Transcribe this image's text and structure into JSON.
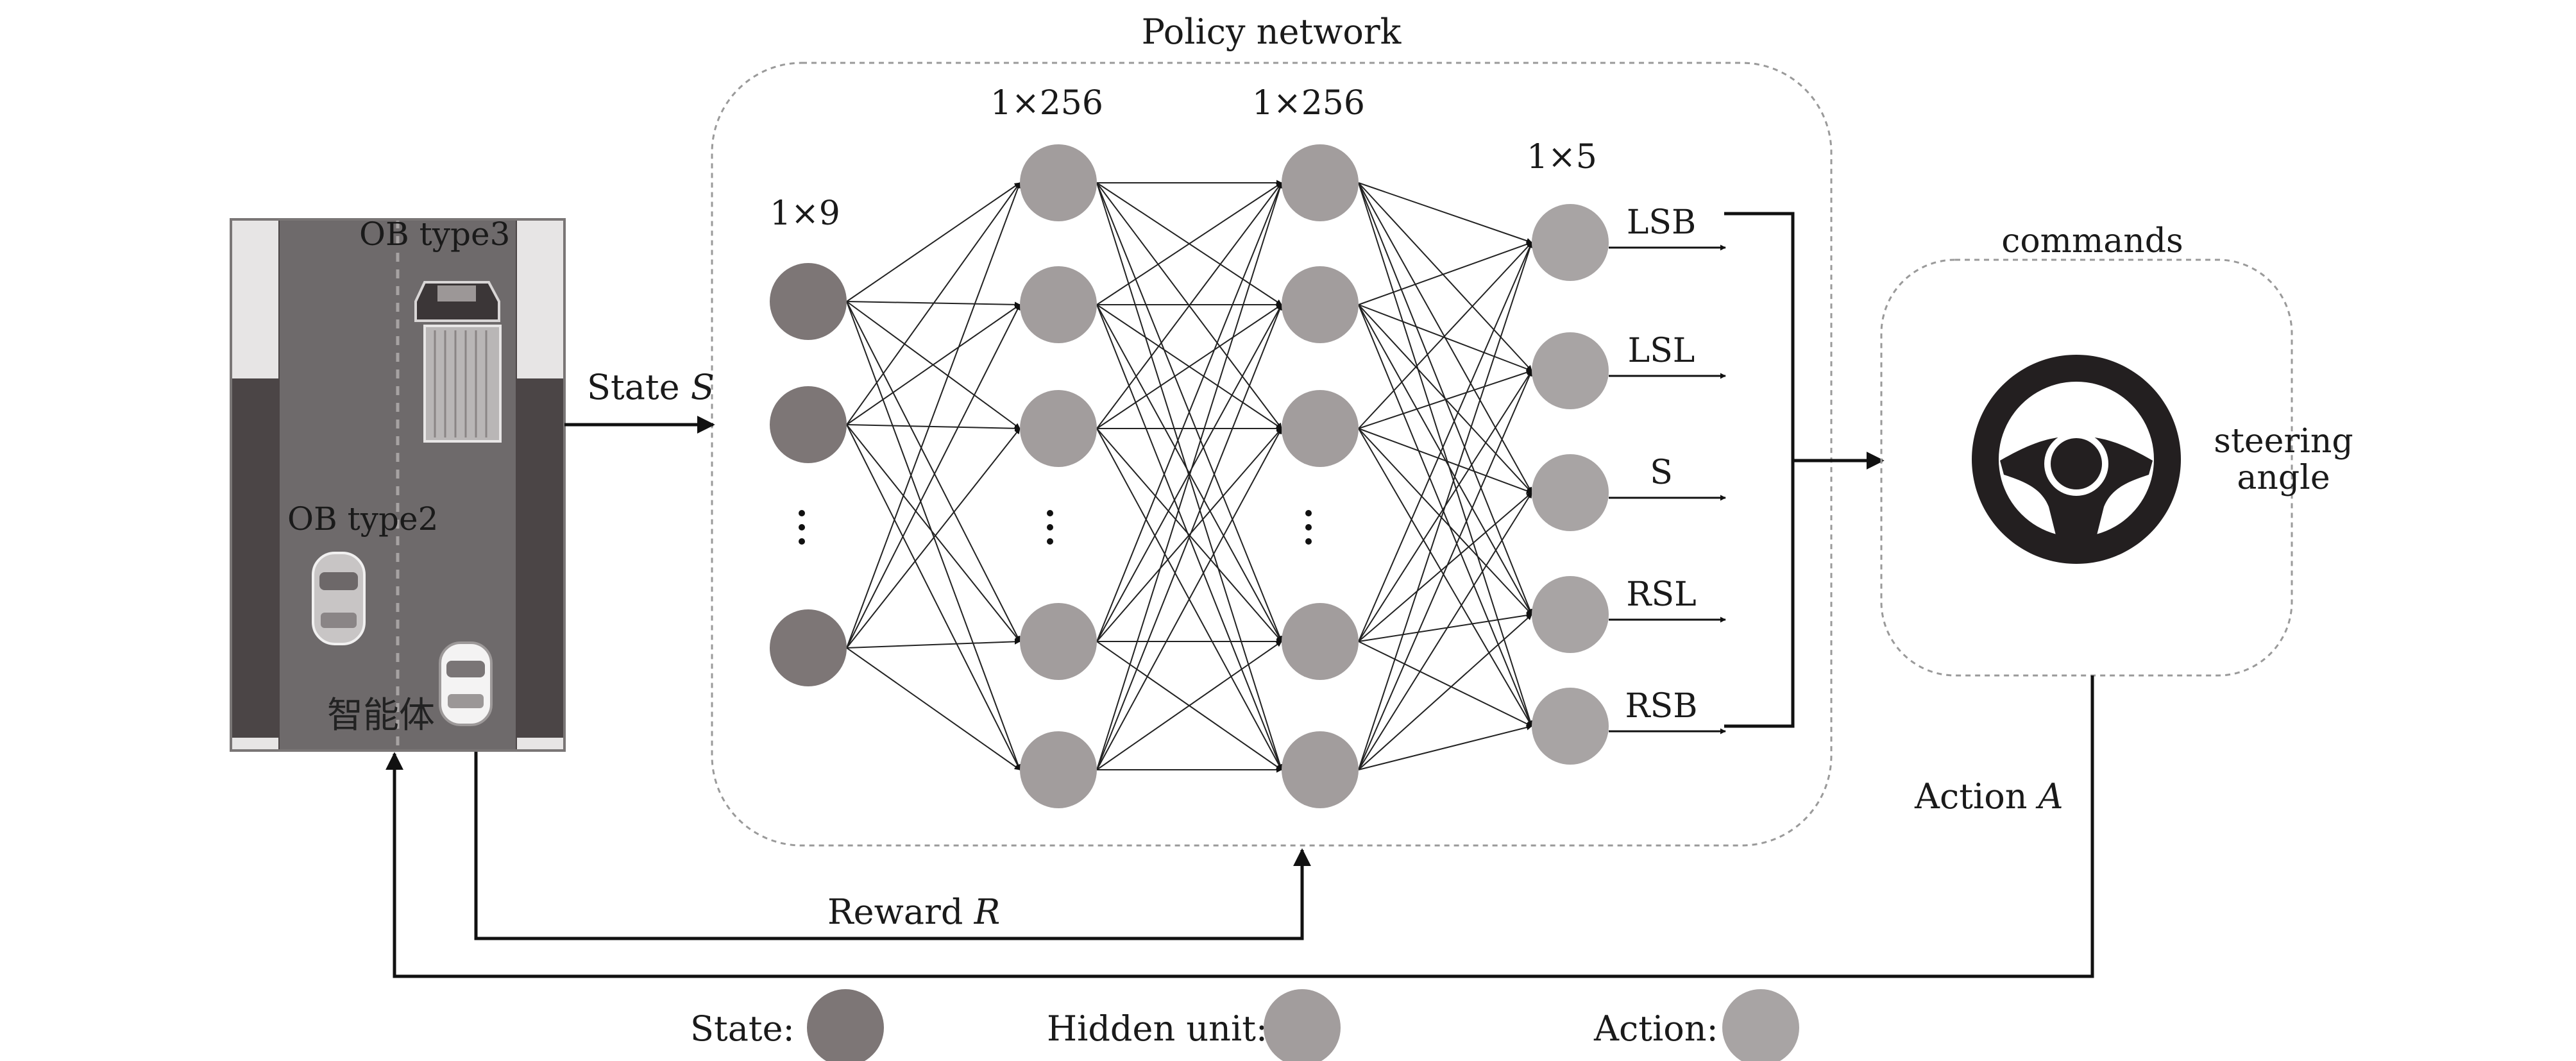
{
  "title": "Policy network",
  "environment": {
    "ob_type3": "OB type3",
    "ob_type2": "OB type2",
    "agent": "智能体"
  },
  "state_label": "State",
  "state_symbol": "S",
  "reward_label": "Reward",
  "reward_symbol": "R",
  "action_label": "Action",
  "action_symbol": "A",
  "layers": {
    "input": "1×9",
    "hidden1": "1×256",
    "hidden2": "1×256",
    "output": "1×5"
  },
  "outputs": [
    "LSB",
    "LSL",
    "S",
    "RSL",
    "RSB"
  ],
  "commands": {
    "title": "commands",
    "steering_line1": "steering",
    "steering_line2": "angle"
  },
  "legend": {
    "state": "State:",
    "hidden": "Hidden unit:",
    "action": "Action:"
  },
  "colors": {
    "state_node": "#7d7676",
    "hidden_node": "#a29d9d",
    "action_node": "#a8a4a4",
    "road": "#6e6a6b",
    "road_edge": "#4b4546"
  }
}
